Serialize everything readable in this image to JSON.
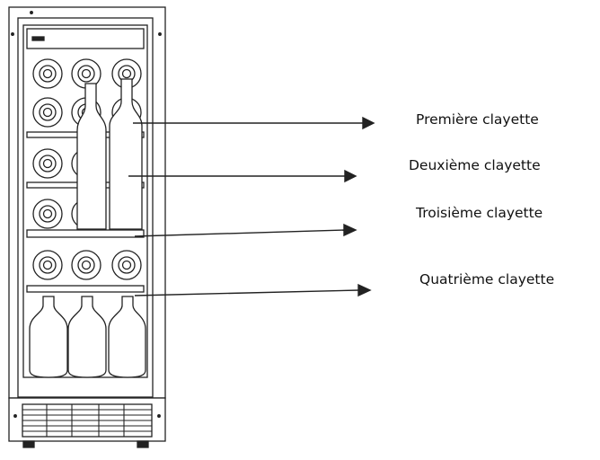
{
  "diagram": {
    "labels": [
      "Première clayette",
      "Deuxième clayette",
      "Troisième clayette",
      "Quatrième clayette"
    ]
  },
  "colors": {
    "line": "#222222",
    "background": "#ffffff"
  }
}
